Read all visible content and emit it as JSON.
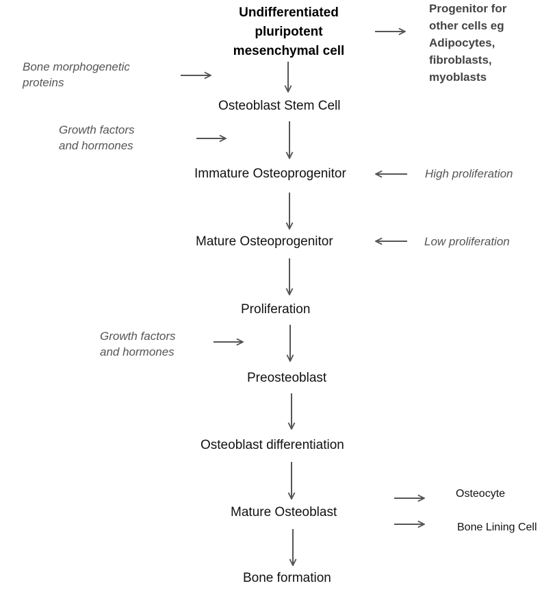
{
  "diagram": {
    "top_cell": "Undifferentiated\npluripotent\nmesenchymal cell",
    "progenitor_note": "Progenitor for\nother cells eg\nAdipocytes,\nfibroblasts,\nmyoblasts",
    "stages": [
      "Osteoblast Stem Cell",
      "Immature Osteoprogenitor",
      "Mature Osteoprogenitor",
      "Proliferation",
      "Preosteoblast",
      "Osteoblast differentiation",
      "Mature Osteoblast",
      "Bone formation"
    ],
    "inputs": {
      "bmp": "Bone morphogenetic\nproteins",
      "growth_1": "Growth factors\nand hormones",
      "growth_2": "Growth factors\nand hormones"
    },
    "proliferation_notes": {
      "high": "High proliferation",
      "low": "Low proliferation"
    },
    "outcomes": {
      "osteocyte": "Osteocyte",
      "lining": "Bone Lining Cell"
    },
    "colors": {
      "arrow": "#555555",
      "text": "#111111",
      "note_text": "#555555"
    }
  }
}
